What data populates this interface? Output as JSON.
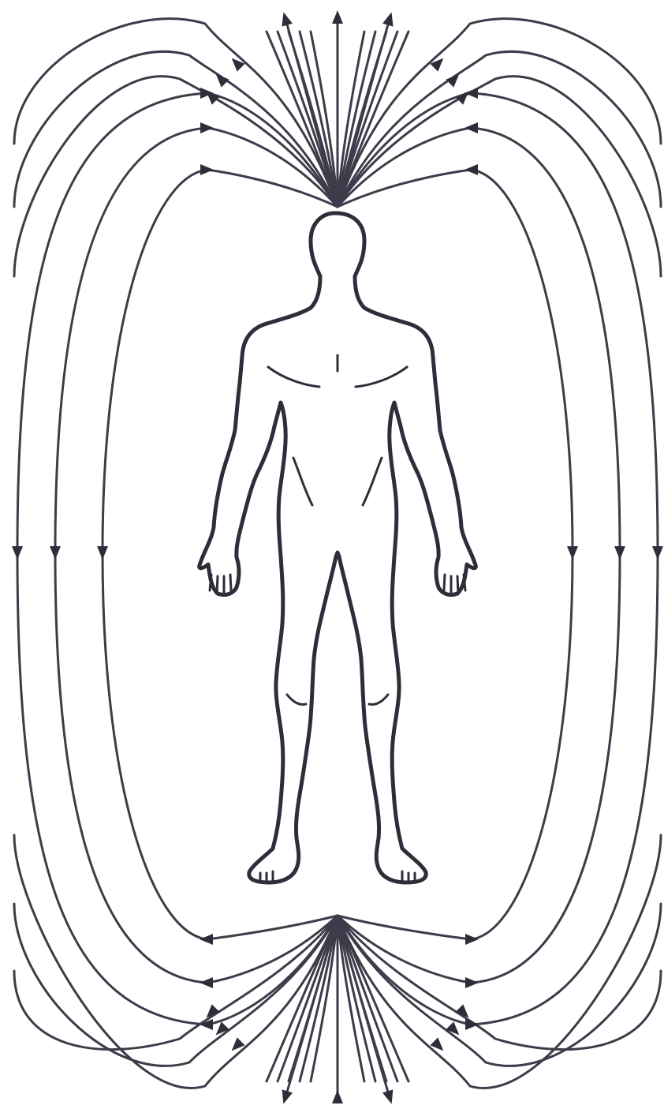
{
  "diagram": {
    "subject": "human-figure",
    "field_line_count": 24,
    "flow_direction": "feet-to-head",
    "colors": {
      "background": "#ffffff",
      "line": "#3c3c4a",
      "figure": "#2e2e3a"
    }
  }
}
